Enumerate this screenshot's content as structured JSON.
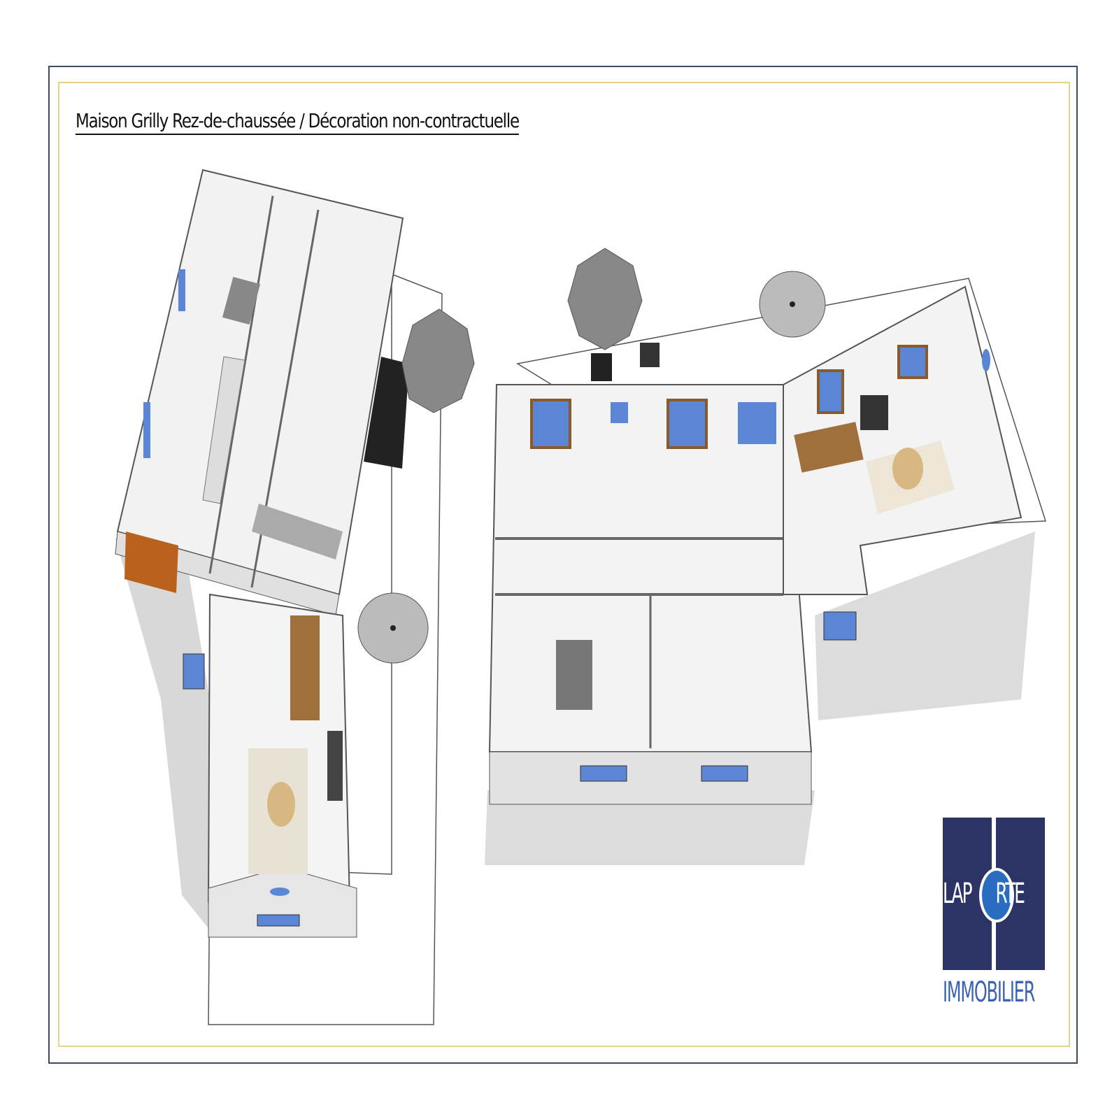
{
  "document": {
    "title": "Maison Grilly Rez-de-chaussée / Décoration non-contractuelle"
  },
  "logo": {
    "brand_left": "LAP",
    "brand_right": "RTE",
    "subtitle": "IMMOBILIER",
    "colors": {
      "navy": "#2c3466",
      "blue": "#2a6cc0",
      "subtitle": "#3b63b0"
    }
  },
  "colors": {
    "frame": "#3c4a66",
    "inner_frame": "#e8d38a",
    "window": "#5b86d6",
    "wood": "#b8621e"
  }
}
